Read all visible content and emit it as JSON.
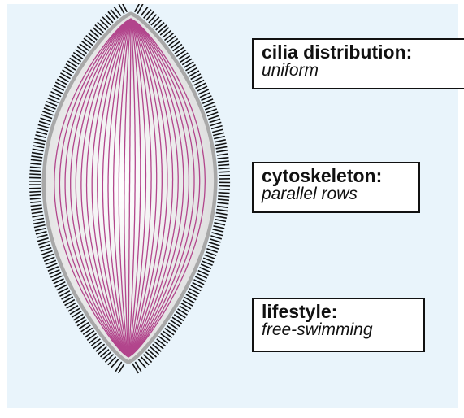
{
  "colors": {
    "background": "#e9f4fb",
    "cell_fill_center": "#ffffff",
    "cell_fill_edge": "#dcdcdc",
    "membrane": "#a8a8a8",
    "cytoskeleton_lines": "#b2458c",
    "cilia": "#111111"
  },
  "cell": {
    "cilia_icon": "cilia-icon",
    "cytoskeleton_icon": "parallel-rows-icon"
  },
  "labels": [
    {
      "title": "cilia distribution:",
      "value": "uniform"
    },
    {
      "title": "cytoskeleton:",
      "value": "parallel rows"
    },
    {
      "title": "lifestyle:",
      "value": "free-swimming"
    }
  ]
}
